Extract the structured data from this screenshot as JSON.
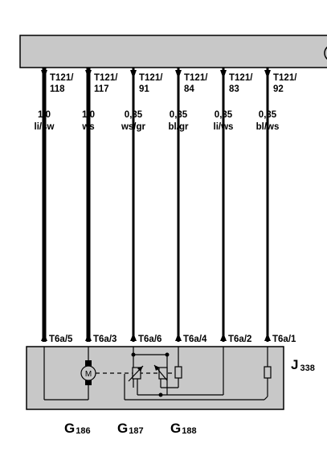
{
  "wires": [
    {
      "pin_top_a": "T121/",
      "pin_top_b": "118",
      "gauge": "1,0",
      "color": "li/sw",
      "pin_bottom": "T6a/5"
    },
    {
      "pin_top_a": "T121/",
      "pin_top_b": "117",
      "gauge": "1,0",
      "color": "ws",
      "pin_bottom": "T6a/3"
    },
    {
      "pin_top_a": "T121/",
      "pin_top_b": "91",
      "gauge": "0,35",
      "color": "ws/gr",
      "pin_bottom": "T6a/6"
    },
    {
      "pin_top_a": "T121/",
      "pin_top_b": "84",
      "gauge": "0,35",
      "color": "bl/gr",
      "pin_bottom": "T6a/4"
    },
    {
      "pin_top_a": "T121/",
      "pin_top_b": "83",
      "gauge": "0,35",
      "color": "li/ws",
      "pin_bottom": "T6a/2"
    },
    {
      "pin_top_a": "T121/",
      "pin_top_b": "92",
      "gauge": "0,35",
      "color": "bl/ws",
      "pin_bottom": "T6a/1"
    }
  ],
  "module": {
    "letter": "J",
    "number": "338"
  },
  "motor_symbol": "M",
  "components": [
    {
      "letter": "G",
      "number": "186"
    },
    {
      "letter": "G",
      "number": "187"
    },
    {
      "letter": "G",
      "number": "188"
    }
  ],
  "colors": {
    "box_fill": "#c8c8c8",
    "wire": "#000000"
  }
}
